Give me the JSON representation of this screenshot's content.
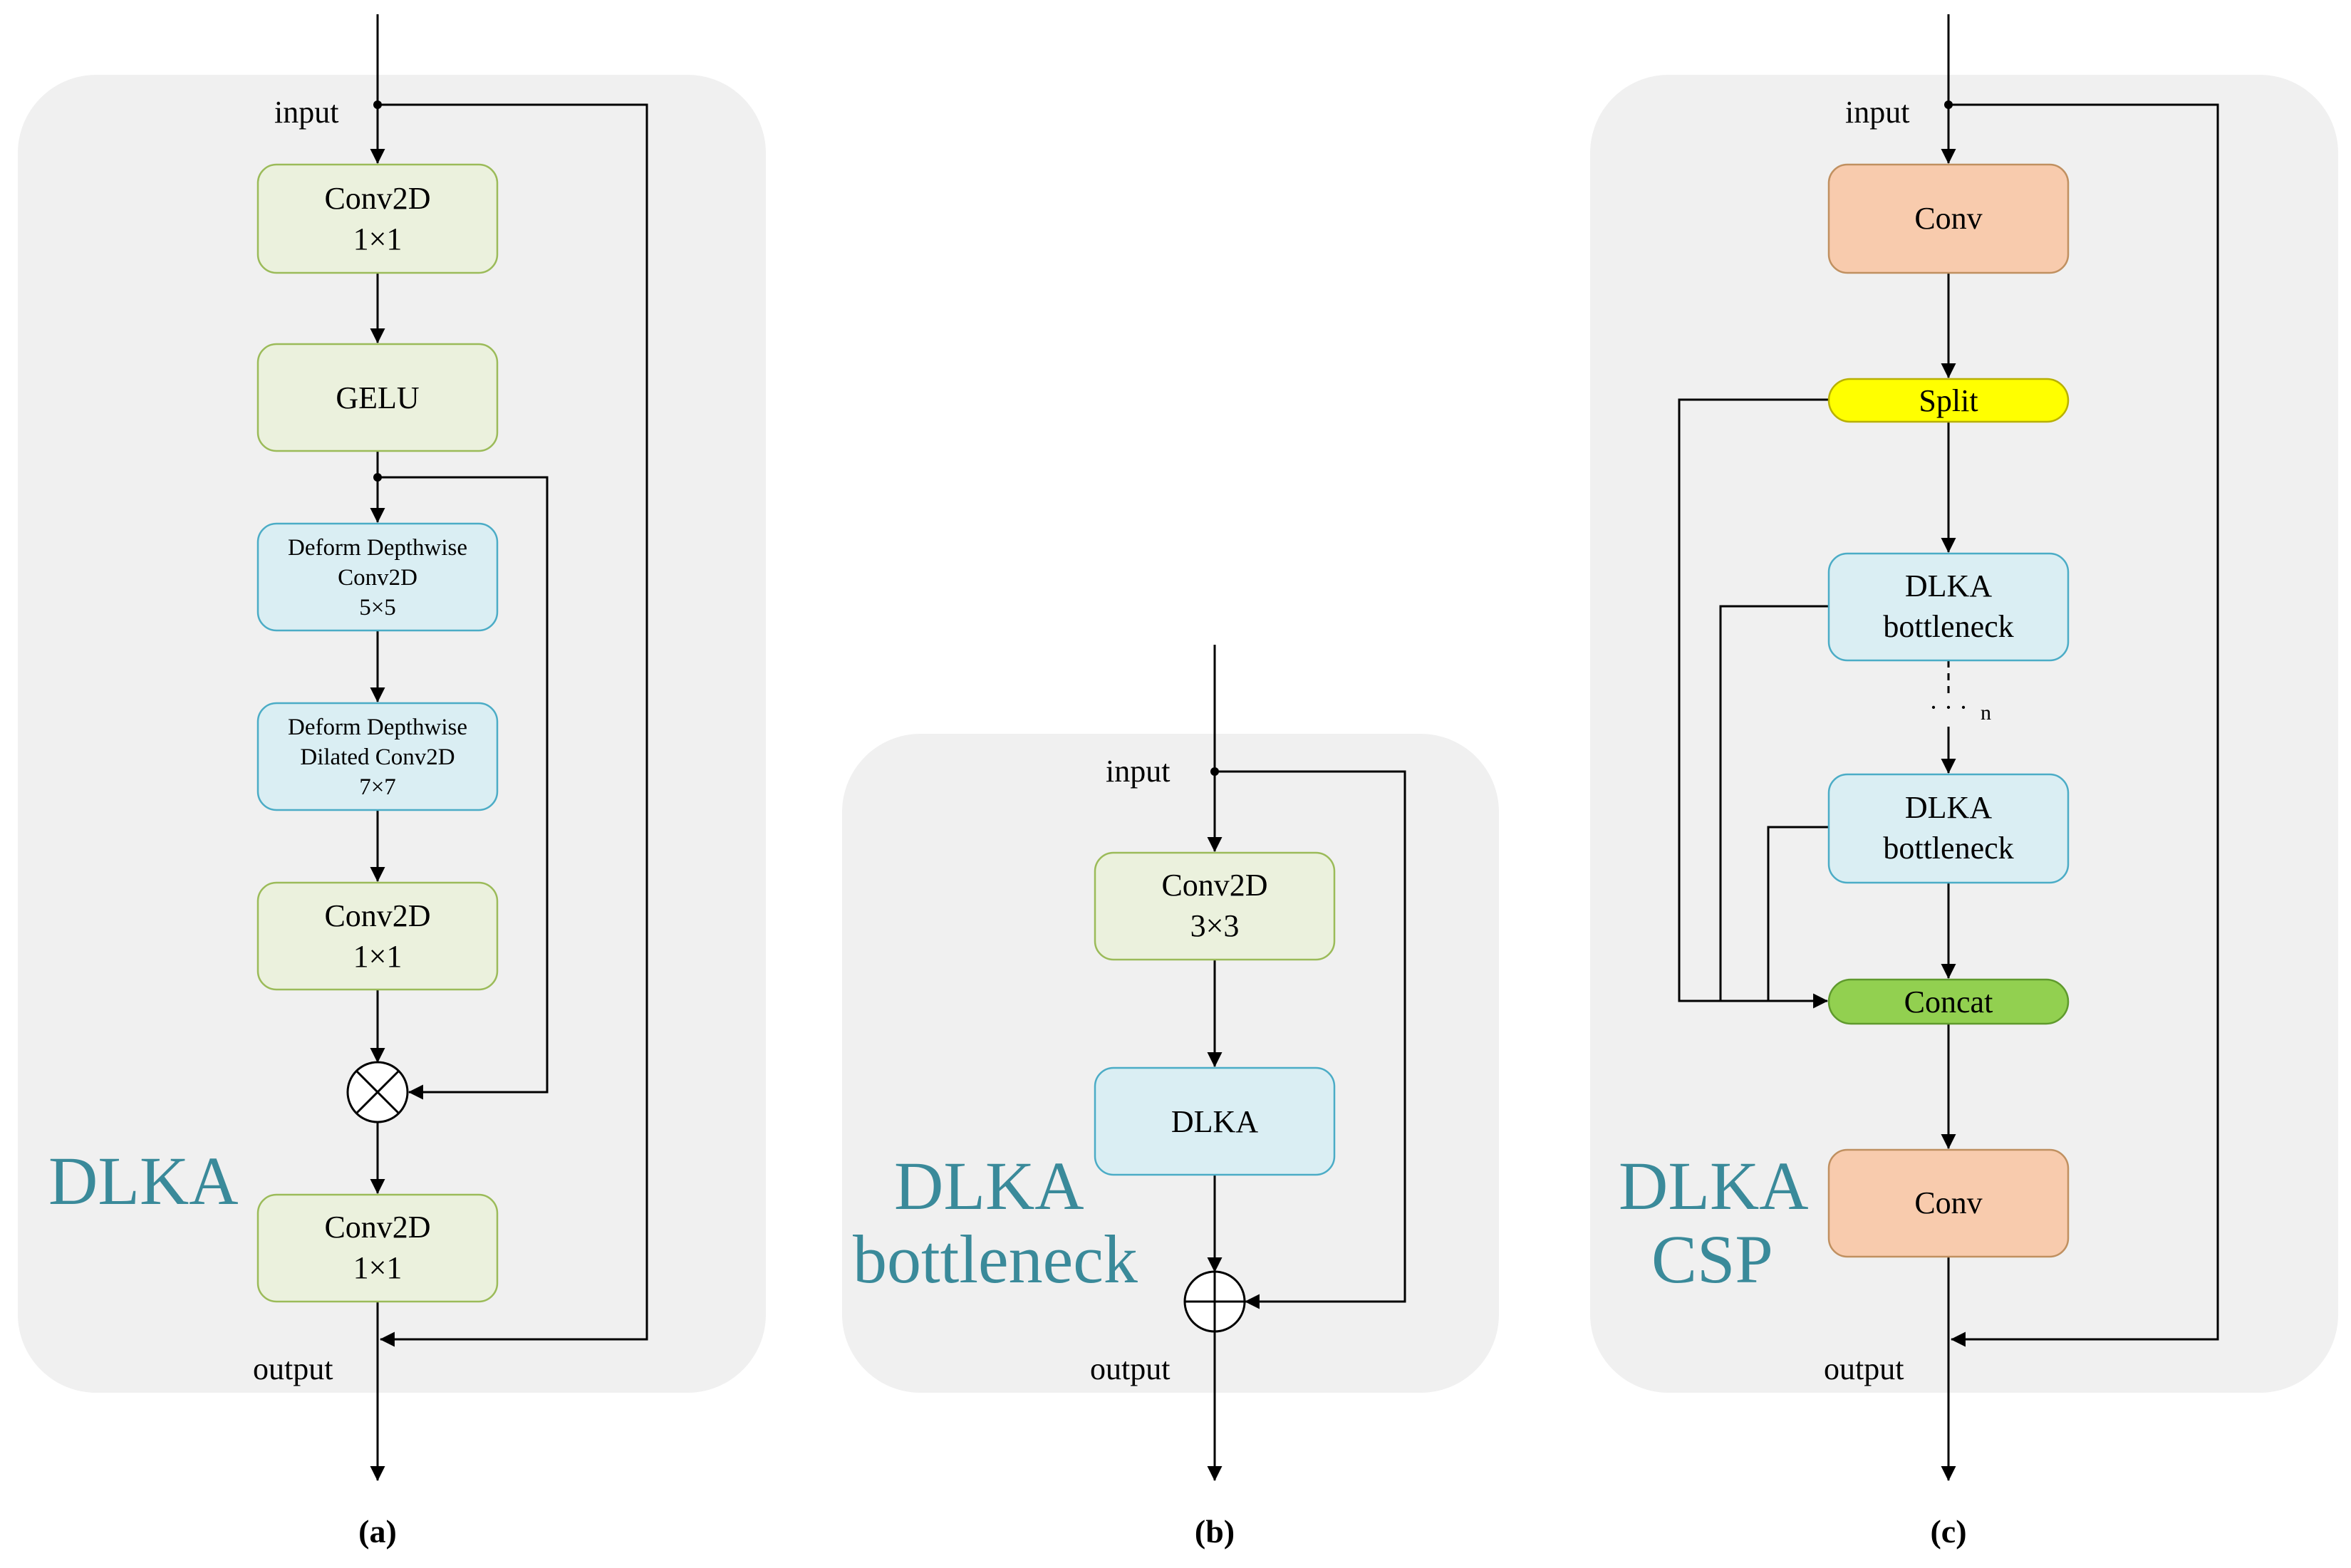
{
  "panels": {
    "a": {
      "title": "DLKA",
      "caption": "(a)",
      "input_label": "input",
      "output_label": "output",
      "nodes": {
        "conv1": [
          "Conv2D",
          "1×1"
        ],
        "gelu": [
          "GELU"
        ],
        "deform1": [
          "Deform Depthwise",
          "Conv2D",
          "5×5"
        ],
        "deform2": [
          "Deform Depthwise",
          "Dilated Conv2D",
          "7×7"
        ],
        "conv2": [
          "Conv2D",
          "1×1"
        ],
        "conv3": [
          "Conv2D",
          "1×1"
        ]
      },
      "operator": "multiply"
    },
    "b": {
      "title": [
        "DLKA",
        "bottleneck"
      ],
      "caption": "(b)",
      "input_label": "input",
      "output_label": "output",
      "nodes": {
        "conv": [
          "Conv2D",
          "3×3"
        ],
        "dlka": [
          "DLKA"
        ]
      },
      "operator": "add"
    },
    "c": {
      "title": [
        "DLKA",
        "CSP"
      ],
      "caption": "(c)",
      "input_label": "input",
      "output_label": "output",
      "nodes": {
        "conv_top": [
          "Conv"
        ],
        "split": [
          "Split"
        ],
        "bottleneck1": [
          "DLKA",
          "bottleneck"
        ],
        "bottleneck2": [
          "DLKA",
          "bottleneck"
        ],
        "concat": [
          "Concat"
        ],
        "conv_bottom": [
          "Conv"
        ]
      },
      "repeat_label": "n",
      "repeat_dots": "· · ·"
    }
  },
  "colors": {
    "panel_background": "#f0f0f0",
    "title_text": "#3a8a9a",
    "conv2d_fill": "#ebf1dd",
    "deform_fill": "#daeef3",
    "conv_fill": "#f8cbad",
    "split_fill": "#ffff00",
    "concat_fill": "#92d050"
  }
}
